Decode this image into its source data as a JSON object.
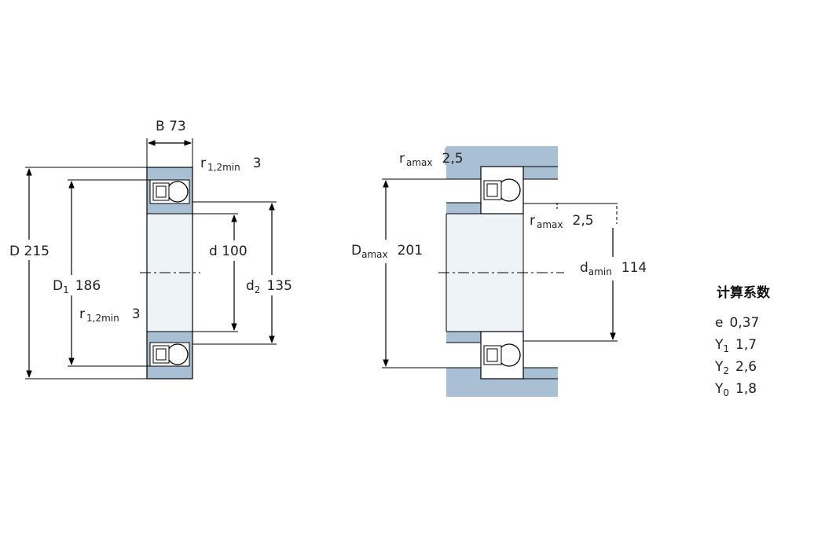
{
  "left_drawing": {
    "B": {
      "symbol": "B",
      "value": "73"
    },
    "r12_top": {
      "symbol": "r",
      "sub": "1,2min",
      "value": "3"
    },
    "D": {
      "symbol": "D",
      "value": "215"
    },
    "D1": {
      "symbol": "D",
      "sub": "1",
      "value": "186"
    },
    "r12_mid": {
      "symbol": "r",
      "sub": "1,2min",
      "value": "3"
    },
    "d": {
      "symbol": "d",
      "value": "100"
    },
    "d2": {
      "symbol": "d",
      "sub": "2",
      "value": "135"
    }
  },
  "right_drawing": {
    "ra_top": {
      "symbol": "r",
      "sub": "amax",
      "value": "2,5"
    },
    "ra_mid": {
      "symbol": "r",
      "sub": "amax",
      "value": "2,5"
    },
    "Da": {
      "symbol": "D",
      "sub": "amax",
      "value": "201"
    },
    "da": {
      "symbol": "d",
      "sub": "amin",
      "value": "114"
    }
  },
  "factors": {
    "heading": "计算系数",
    "e": {
      "symbol": "e",
      "value": "0,37"
    },
    "Y1": {
      "symbol": "Y",
      "sub": "1",
      "value": "1,7"
    },
    "Y2": {
      "symbol": "Y",
      "sub": "2",
      "value": "2,6"
    },
    "Y0": {
      "symbol": "Y",
      "sub": "0",
      "value": "1,8"
    }
  },
  "colors": {
    "ring": "#a9bfd4",
    "housing": "#a9bfd4",
    "line": "#000000"
  }
}
